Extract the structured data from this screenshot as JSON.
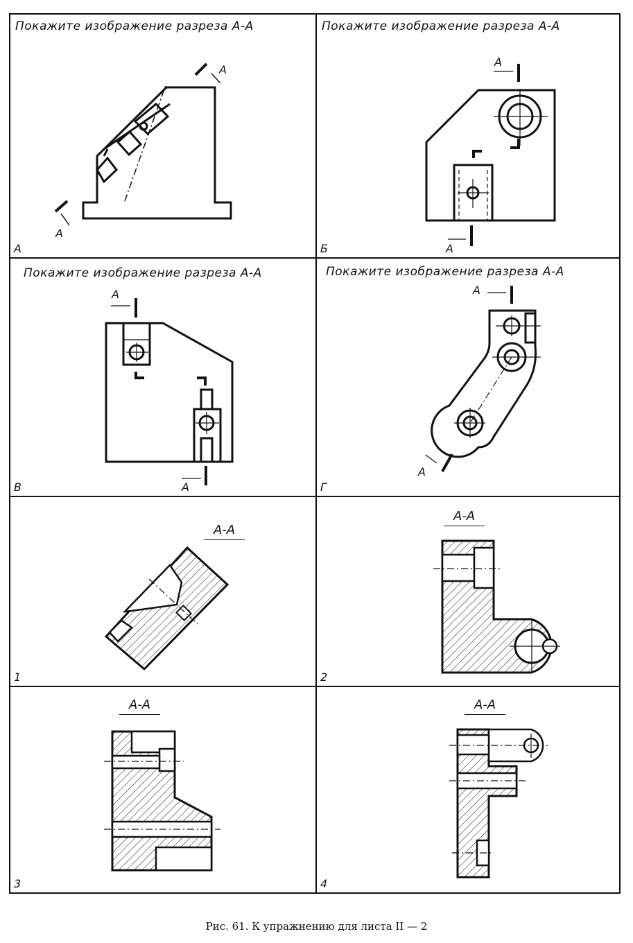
{
  "tasks": [
    {
      "title": "Покажите изображение разреза А-А",
      "label": "А"
    },
    {
      "title": "Покажите изображение разреза А-А",
      "label": "Б"
    },
    {
      "title": "Покажите изображение разреза А-А",
      "label": "В"
    },
    {
      "title": "Покажите изображение разреза А-А",
      "label": "Г"
    }
  ],
  "answers": [
    {
      "section": "А-А",
      "label": "1"
    },
    {
      "section": "А-А",
      "label": "2"
    },
    {
      "section": "А-А",
      "label": "3"
    },
    {
      "section": "А-А",
      "label": "4"
    }
  ],
  "cut_letter": "А",
  "caption": "Рис. 61. К упражнению для листа II — 2"
}
